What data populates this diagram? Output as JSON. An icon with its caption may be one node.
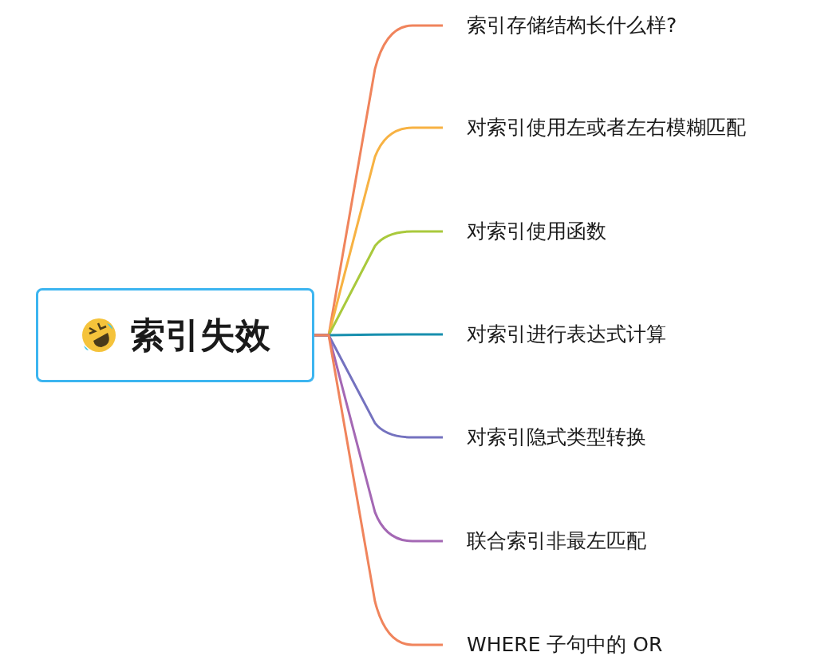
{
  "diagram": {
    "nodes": [
      {
        "text": [
          "索引失效"
        ]
      },
      {
        "text": [
          "索引存储结构长什么样?"
        ]
      },
      {
        "text": [
          "对索引使用左或者左右模糊匹配"
        ]
      },
      {
        "text": [
          "对索引使用函数"
        ]
      },
      {
        "text": [
          "对索引进行表达式计算"
        ]
      },
      {
        "text": [
          "对索引隐式类型转换"
        ]
      },
      {
        "text": [
          "联合索引非最左匹配"
        ]
      },
      {
        "text": [
          "WHERE 子句中的 OR"
        ]
      }
    ],
    "edges": [
      {
        "from": 0,
        "to": 1,
        "arrow": "none",
        "color": "#f0845c"
      },
      {
        "from": 0,
        "to": 2,
        "arrow": "none",
        "color": "#f7b243"
      },
      {
        "from": 0,
        "to": 3,
        "arrow": "none",
        "color": "#a9c93c"
      },
      {
        "from": 0,
        "to": 4,
        "arrow": "none",
        "color": "#178fae"
      },
      {
        "from": 0,
        "to": 5,
        "arrow": "none",
        "color": "#7472bf"
      },
      {
        "from": 0,
        "to": 6,
        "arrow": "none",
        "color": "#a468b4"
      },
      {
        "from": 0,
        "to": 7,
        "arrow": "none",
        "color": "#f0845c"
      }
    ]
  }
}
